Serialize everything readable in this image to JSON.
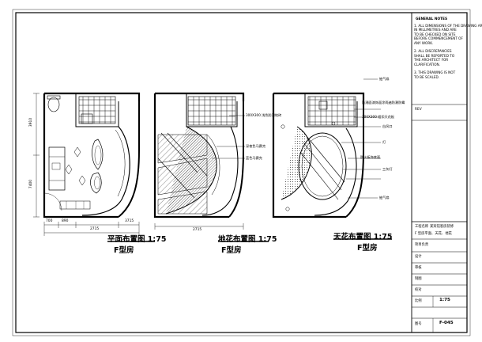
{
  "plans": [
    {
      "title": "平面布置图 1:75",
      "subtitle": "F型房",
      "dims_bottom": [
        "700",
        "890",
        "2715",
        "3715"
      ],
      "dims_left": [
        "3910",
        "7400"
      ]
    },
    {
      "title": "地花布置图 1:75",
      "subtitle": "F型房",
      "dims_bottom": [
        "2715"
      ],
      "notes": [
        "300X300 浅色防滑地砖",
        "深夜色马赛克",
        "蓝色马赛克"
      ]
    },
    {
      "title": "天花布置图 1:75",
      "subtitle": "F型房",
      "notes": [
        "抽气扇",
        "防潮面漆饰面涂两遍防潮防霉",
        "300X300 铝扣天花板",
        "白风口",
        "灯",
        "防火板饰底面",
        "三灰灯",
        "抽气扇"
      ]
    }
  ],
  "title_block": {
    "general_notes_heading": "GENERAL NOTES",
    "general_notes": [
      "1. ALL DIMENSIONS OF THE DRAWING ARE",
      "IN MILLIMETRES AND ARE",
      "TO BE CHECKED ON SITE",
      "BEFORE COMMENCEMENT OF",
      "ANY WORK.",
      "",
      "2. ALL DISCREPANCIES",
      "SHALL BE REPORTED TO",
      "THE ARCHITECT FOR",
      "CLARIFICATION.",
      "",
      "3. THIS DRAWING IS NOT",
      "TO BE SCALED."
    ],
    "rev_label": "REV",
    "project_label": "工程名称",
    "project_value": "某宾馆客房装修",
    "drawing_label": "F 型房平面、天花、地花",
    "rows": [
      "项目负责",
      "设计",
      "审核",
      "制图",
      "校对"
    ],
    "scale_label": "比例",
    "scale_value": "1:75",
    "drawing_no_label": "图号",
    "drawing_no_value": "F-045"
  }
}
